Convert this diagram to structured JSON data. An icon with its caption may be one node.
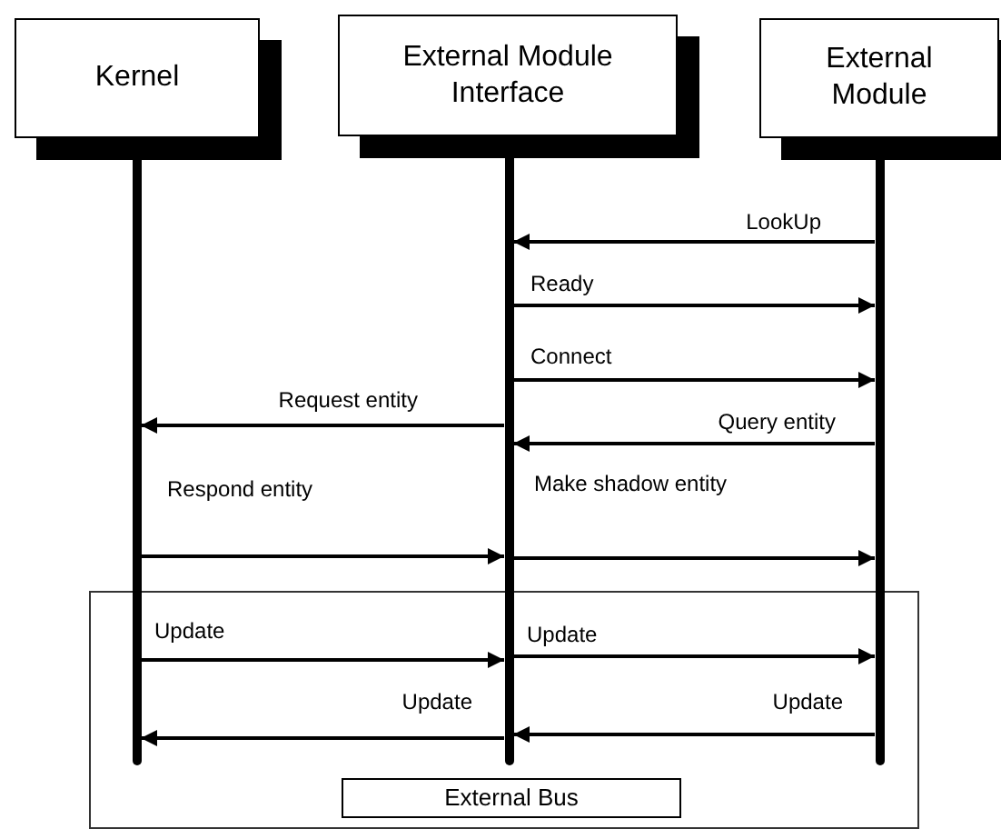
{
  "diagram": {
    "nodes": [
      {
        "text": [
          "Kernel"
        ]
      },
      {
        "text": [
          "External Module Interface"
        ]
      },
      {
        "text": [
          "External Module"
        ]
      },
      {
        "text": [],
        "shape": "box"
      },
      {
        "text": [
          "External Bus"
        ],
        "in": 3
      }
    ],
    "edges": [
      {
        "from": 2,
        "to": 1,
        "arrow": "to",
        "label": "LookUp"
      },
      {
        "from": 1,
        "to": 2,
        "arrow": "to",
        "label": "Ready"
      },
      {
        "from": 1,
        "to": 2,
        "arrow": "to",
        "label": "Connect"
      },
      {
        "from": 1,
        "to": 0,
        "arrow": "to",
        "label": "Request entity"
      },
      {
        "from": 2,
        "to": 1,
        "arrow": "to",
        "label": "Query entity"
      },
      {
        "from": 0,
        "to": 1,
        "arrow": "to",
        "label": "Respond entity"
      },
      {
        "from": 1,
        "to": 2,
        "arrow": "to",
        "label": "Make shadow entity"
      },
      {
        "from": 0,
        "to": 1,
        "arrow": "to",
        "label": "Update"
      },
      {
        "from": 1,
        "to": 2,
        "arrow": "to",
        "label": "Update"
      },
      {
        "from": 1,
        "to": 0,
        "arrow": "to",
        "label": "Update"
      },
      {
        "from": 2,
        "to": 1,
        "arrow": "to",
        "label": "Update"
      }
    ]
  }
}
